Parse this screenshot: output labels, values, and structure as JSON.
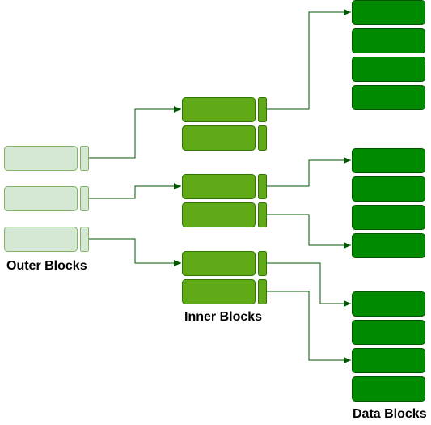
{
  "labels": {
    "outer": "Outer Blocks",
    "inner": "Inner Blocks",
    "data": "Data Blocks"
  },
  "colors": {
    "outer_fill": "#d5e8d4",
    "outer_stroke": "#82b366",
    "inner_fill": "#60a917",
    "inner_stroke": "#2d7600",
    "data_fill": "#008a00",
    "data_stroke": "#005700",
    "connector": "#005700"
  }
}
